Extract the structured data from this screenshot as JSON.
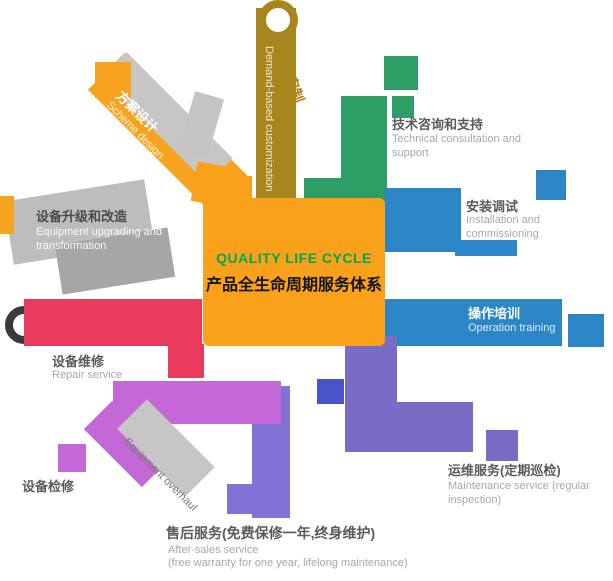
{
  "center": {
    "title_en": "QUALITY LIFE CYCLE",
    "title_zh": "产品全生命周期服务体系"
  },
  "arms": {
    "demand": {
      "zh": "按需定制",
      "en": "Demand-based customization"
    },
    "scheme": {
      "zh": "方案设计",
      "en": "Scheme design"
    },
    "consult": {
      "zh": "技术咨询和支持",
      "en": "Technical consultation and support"
    },
    "install": {
      "zh": "安装调试",
      "en": "Installation and commissioning"
    },
    "training": {
      "zh": "操作培训",
      "en": "Operation training"
    },
    "maintenance": {
      "zh": "运维服务(定期巡检)",
      "en": "Maintenance service (regular inspection)"
    },
    "aftersales": {
      "zh": "售后服务(免费保修一年,终身维护)",
      "en_line1": "After-sales service",
      "en_line2": "(free warranty for one year, lifelong maintenance)"
    },
    "overhaul": {
      "zh": "设备检修",
      "en": "Equipment overhaul"
    },
    "repair": {
      "zh": "设备维修",
      "en": "Repair service"
    },
    "upgrade": {
      "zh": "设备升级和改造",
      "en": "Equipment upgrading and transformation"
    }
  },
  "colors": {
    "center": "#F9A11B",
    "center_title_en": "#00A651",
    "demand": "#A8861D",
    "scheme": "#F6A41F",
    "consult": "#2E9E67",
    "install": "#2C86C5",
    "training": "#2C86C5",
    "maintenance": "#7A6BC6",
    "aftersales": "#8172D6",
    "overhaul": "#C468D8",
    "repair": "#E93A5E",
    "upgrade": "#BDBDBD",
    "label_zh": "#5B5B5B",
    "label_en": "#A8A8A8"
  }
}
